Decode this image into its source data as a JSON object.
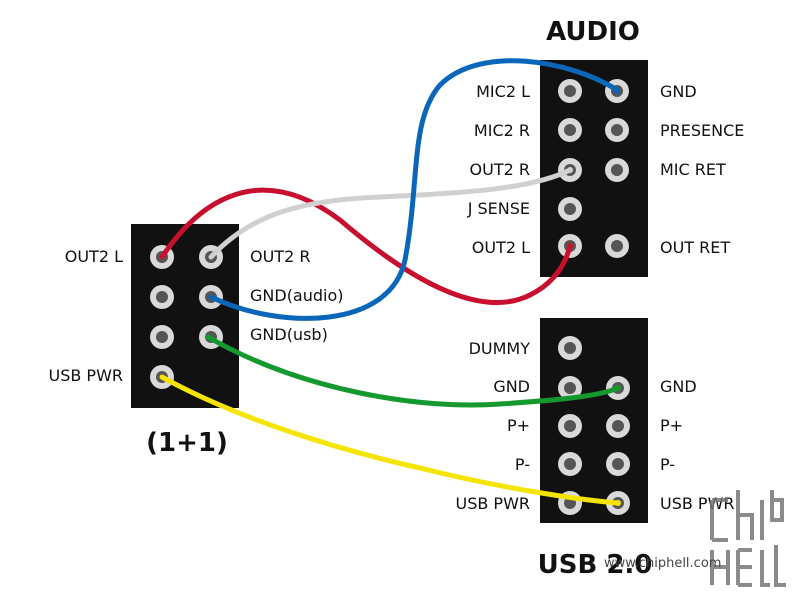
{
  "header_audio": {
    "title": "AUDIO",
    "left_labels": [
      "MIC2 L",
      "MIC2 R",
      "OUT2 R",
      "J SENSE",
      "OUT2 L"
    ],
    "right_labels": [
      "GND",
      "PRESENCE",
      "MIC RET",
      "",
      "OUT RET"
    ]
  },
  "header_usb": {
    "title": "USB 2.0",
    "left_labels": [
      "DUMMY",
      "GND",
      "P+",
      "P-",
      "USB PWR"
    ],
    "right_labels": [
      "",
      "GND",
      "P+",
      "P-",
      "USB PWR"
    ]
  },
  "header_combo": {
    "title": "(1+1)",
    "left_labels": [
      "OUT2 L",
      "",
      "",
      "USB PWR"
    ],
    "right_labels": [
      "OUT2 R",
      "GND(audio)",
      "GND(usb)",
      ""
    ]
  },
  "wires": [
    {
      "id": "red-wire",
      "color": "#c8102e"
    },
    {
      "id": "white-wire",
      "color": "#d0d0d0"
    },
    {
      "id": "blue-wire",
      "color": "#0a66b8"
    },
    {
      "id": "green-wire",
      "color": "#14992f"
    },
    {
      "id": "yellow-wire",
      "color": "#f5e400"
    }
  ],
  "watermark": {
    "url": "www.chiphell.com",
    "logo_text": "chip hell"
  }
}
